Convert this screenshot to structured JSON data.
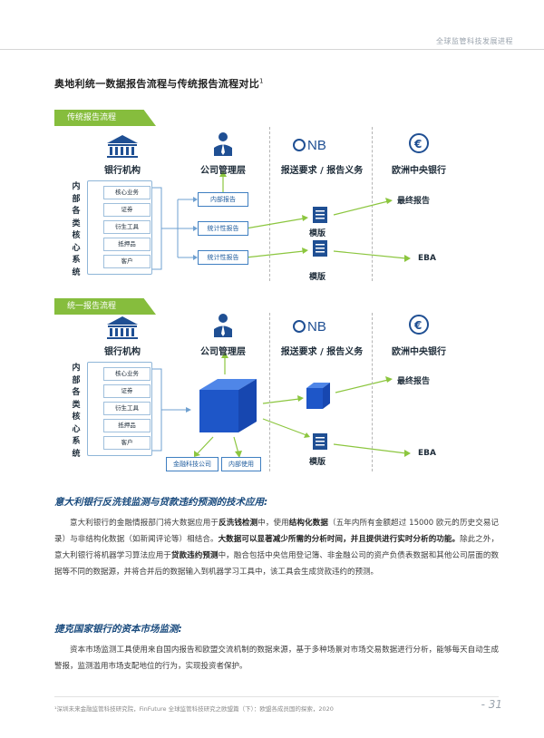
{
  "header": {
    "title": "全球监管科技发展进程"
  },
  "page_title": "奥地利统一数据报告流程与传统报告流程对比",
  "page_title_sup": "1",
  "diagram1": {
    "tag": "传统报告流程",
    "col_bank": "银行机构",
    "col_company": "公司管理层",
    "col_report": "报送要求 / 报告义务",
    "col_ecb": "欧洲中央银行",
    "onb": "ONB",
    "vertical_label": [
      "内",
      "部",
      "各",
      "类",
      "核",
      "心",
      "系",
      "统"
    ],
    "items": [
      "核心业务",
      "证券",
      "衍生工具",
      "抵押品",
      "客户"
    ],
    "reports": [
      "内部报告",
      "统计性报告",
      "统计性报告"
    ],
    "template_label": "模版",
    "final_report": "最终报告",
    "eba": "EBA"
  },
  "diagram2": {
    "tag": "统一报告流程",
    "col_bank": "银行机构",
    "col_company": "公司管理层",
    "col_report": "报送要求 / 报告义务",
    "col_ecb": "欧洲中央银行",
    "onb": "ONB",
    "vertical_label": [
      "内",
      "部",
      "各",
      "类",
      "核",
      "心",
      "系",
      "统"
    ],
    "items": [
      "核心业务",
      "证券",
      "衍生工具",
      "抵押品",
      "客户"
    ],
    "fintech": "金融科技公司",
    "internal_use": "内部使用",
    "template_label": "模版",
    "final_report": "最终报告",
    "eba": "EBA"
  },
  "section1": {
    "heading": "意大利银行反洗钱监测与贷款违约预测的技术应用:",
    "p1": "意大利银行的金融情报部门将大数据应用于",
    "b1": "反洗钱检测",
    "p2": "中，使用",
    "b2": "结构化数据",
    "p3": "（五年内所有金额超过 15000 欧元的历史交易记录）与非结构化数据（如新闻评论等）相结合。",
    "b3": "大数据可以显著减少所需的分析时间，并且提供进行实时分析的功能。",
    "p4": "除此之外，意大利银行将机器学习算法应用于",
    "b4": "贷款违约预测",
    "p5": "中，融合包括中央信用登记簿、非金融公司的资产负债表数据和其他公司层面的数据等不同的数据源，并将合并后的数据输入到机器学习工具中，该工具会生成贷款违约的预测。"
  },
  "section2": {
    "heading": "捷克国家银行的资本市场监测:",
    "p": "资本市场监测工具使用来自国内报告和欧盟交流机制的数据来源，基于多种场景对市场交易数据进行分析，能够每天自动生成警报，监测滥用市场支配地位的行为，实现投资者保护。"
  },
  "footnote": "¹深圳未来金融监管科技研究院，FinFuture 全球监管科技研究之欧盟篇（下）：欧盟各成员国的探索，2020",
  "page_number": "31",
  "colors": {
    "accent_green": "#86bd3d",
    "navy": "#1a4b7e",
    "blue": "#2f6fbf",
    "cube": "#1e56c8"
  }
}
